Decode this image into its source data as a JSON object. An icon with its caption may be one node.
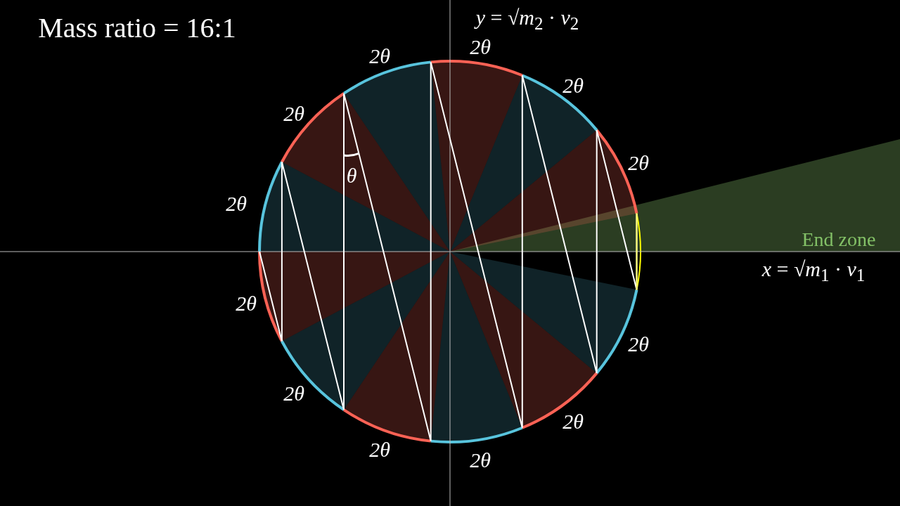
{
  "diagram": {
    "labels": [
      "Mass ratio = 16:1",
      "*y* = √*m*$_{2}$ · *v*$_{2}$",
      "2θ",
      "2θ",
      "2θ",
      "2θ",
      "2θ",
      "θ",
      "2θ",
      "End zone",
      "*x* = √*m*$_{1}$ · *v*$_{1}$",
      "2θ",
      "2θ",
      "2θ",
      "2θ",
      "2θ",
      "2θ"
    ]
  }
}
